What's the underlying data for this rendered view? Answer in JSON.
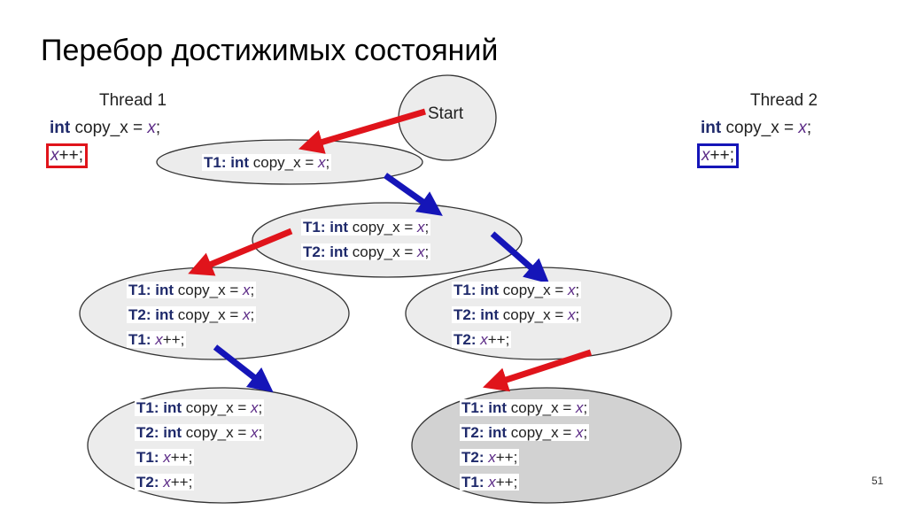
{
  "title": "Перебор достижимых состояний",
  "slide_number": "51",
  "start_label": "Start",
  "thread1": {
    "title": "Thread 1",
    "line1": {
      "kw": "int",
      "mid": " copy_x = ",
      "var": "x",
      "end": ";"
    },
    "line2": {
      "var": "x",
      "end": "++;"
    },
    "box_color": "#e0141b"
  },
  "thread2": {
    "title": "Thread 2",
    "line1": {
      "kw": "int",
      "mid": " copy_x = ",
      "var": "x",
      "end": ";"
    },
    "line2": {
      "var": "x",
      "end": "++;"
    },
    "box_color": "#1515b8"
  },
  "colors": {
    "thread1_arrow": "#e0141b",
    "thread2_arrow": "#1515b8",
    "node_fill": "#ececec",
    "node_fill_dark": "#d2d2d2"
  },
  "states": {
    "s1": [
      {
        "t": "T1:",
        "kw": "int",
        "mid": " copy_x = ",
        "var": "x",
        "end": ";"
      }
    ],
    "s2": [
      {
        "t": "T1:",
        "kw": "int",
        "mid": " copy_x = ",
        "var": "x",
        "end": ";"
      },
      {
        "t": "T2:",
        "kw": "int",
        "mid": " copy_x = ",
        "var": "x",
        "end": ";"
      }
    ],
    "s3": [
      {
        "t": "T1:",
        "kw": "int",
        "mid": " copy_x = ",
        "var": "x",
        "end": ";"
      },
      {
        "t": "T2:",
        "kw": "int",
        "mid": " copy_x = ",
        "var": "x",
        "end": ";"
      },
      {
        "t": "T1:",
        "var": "x",
        "end": "++;"
      }
    ],
    "s4": [
      {
        "t": "T1:",
        "kw": "int",
        "mid": " copy_x = ",
        "var": "x",
        "end": ";"
      },
      {
        "t": "T2:",
        "kw": "int",
        "mid": " copy_x = ",
        "var": "x",
        "end": ";"
      },
      {
        "t": "T2:",
        "var": "x",
        "end": "++;"
      }
    ],
    "s5": [
      {
        "t": "T1:",
        "kw": "int",
        "mid": " copy_x = ",
        "var": "x",
        "end": ";"
      },
      {
        "t": "T2:",
        "kw": "int",
        "mid": " copy_x = ",
        "var": "x",
        "end": ";"
      },
      {
        "t": "T1:",
        "var": "x",
        "end": "++;"
      },
      {
        "t": "T2:",
        "var": "x",
        "end": "++;"
      }
    ],
    "s6": [
      {
        "t": "T1:",
        "kw": "int",
        "mid": " copy_x = ",
        "var": "x",
        "end": ";"
      },
      {
        "t": "T2:",
        "kw": "int",
        "mid": " copy_x = ",
        "var": "x",
        "end": ";"
      },
      {
        "t": "T2:",
        "var": "x",
        "end": "++;"
      },
      {
        "t": "T1:",
        "var": "x",
        "end": "++;"
      }
    ]
  }
}
